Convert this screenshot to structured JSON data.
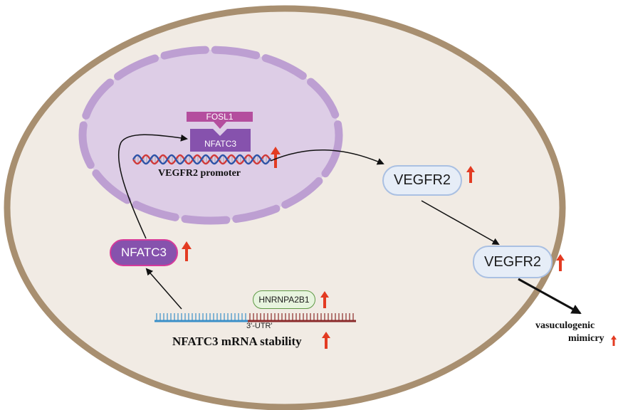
{
  "labels": {
    "fosl1": "FOSL1",
    "nfatc3_nucleus": "NFATC3",
    "promoter": "VEGFR2  promoter",
    "vegfr2_top": "VEGFR2",
    "vegfr2_bottom": "VEGFR2",
    "nfatc3_cyto": "NFATC3",
    "hnrnpa2b1": "HNRNPA2B1",
    "utr": "3'-UTR'",
    "mrna_stability": "NFATC3 mRNA stability",
    "vm_line1": "vasuculogenic",
    "vm_line2": "mimicry"
  },
  "colors": {
    "cell_fill": "#f1ebe4",
    "cell_membrane": "#a88f70",
    "nucleus_fill": "#ddcde6",
    "nucleus_envelope": "#bd9fd2",
    "protein_purple": "#8652ad",
    "fosl1_pink": "#b44e9e",
    "up_arrow_red": "#e33b22",
    "dna_red": "#d13a3a",
    "dna_blue": "#2d53a8",
    "mrna_blue": "#3b8fc8",
    "mrna_red": "#8b2b2b"
  },
  "icons": [
    "up-arrow-icon",
    "dna-helix-icon",
    "mrna-strand-icon"
  ]
}
